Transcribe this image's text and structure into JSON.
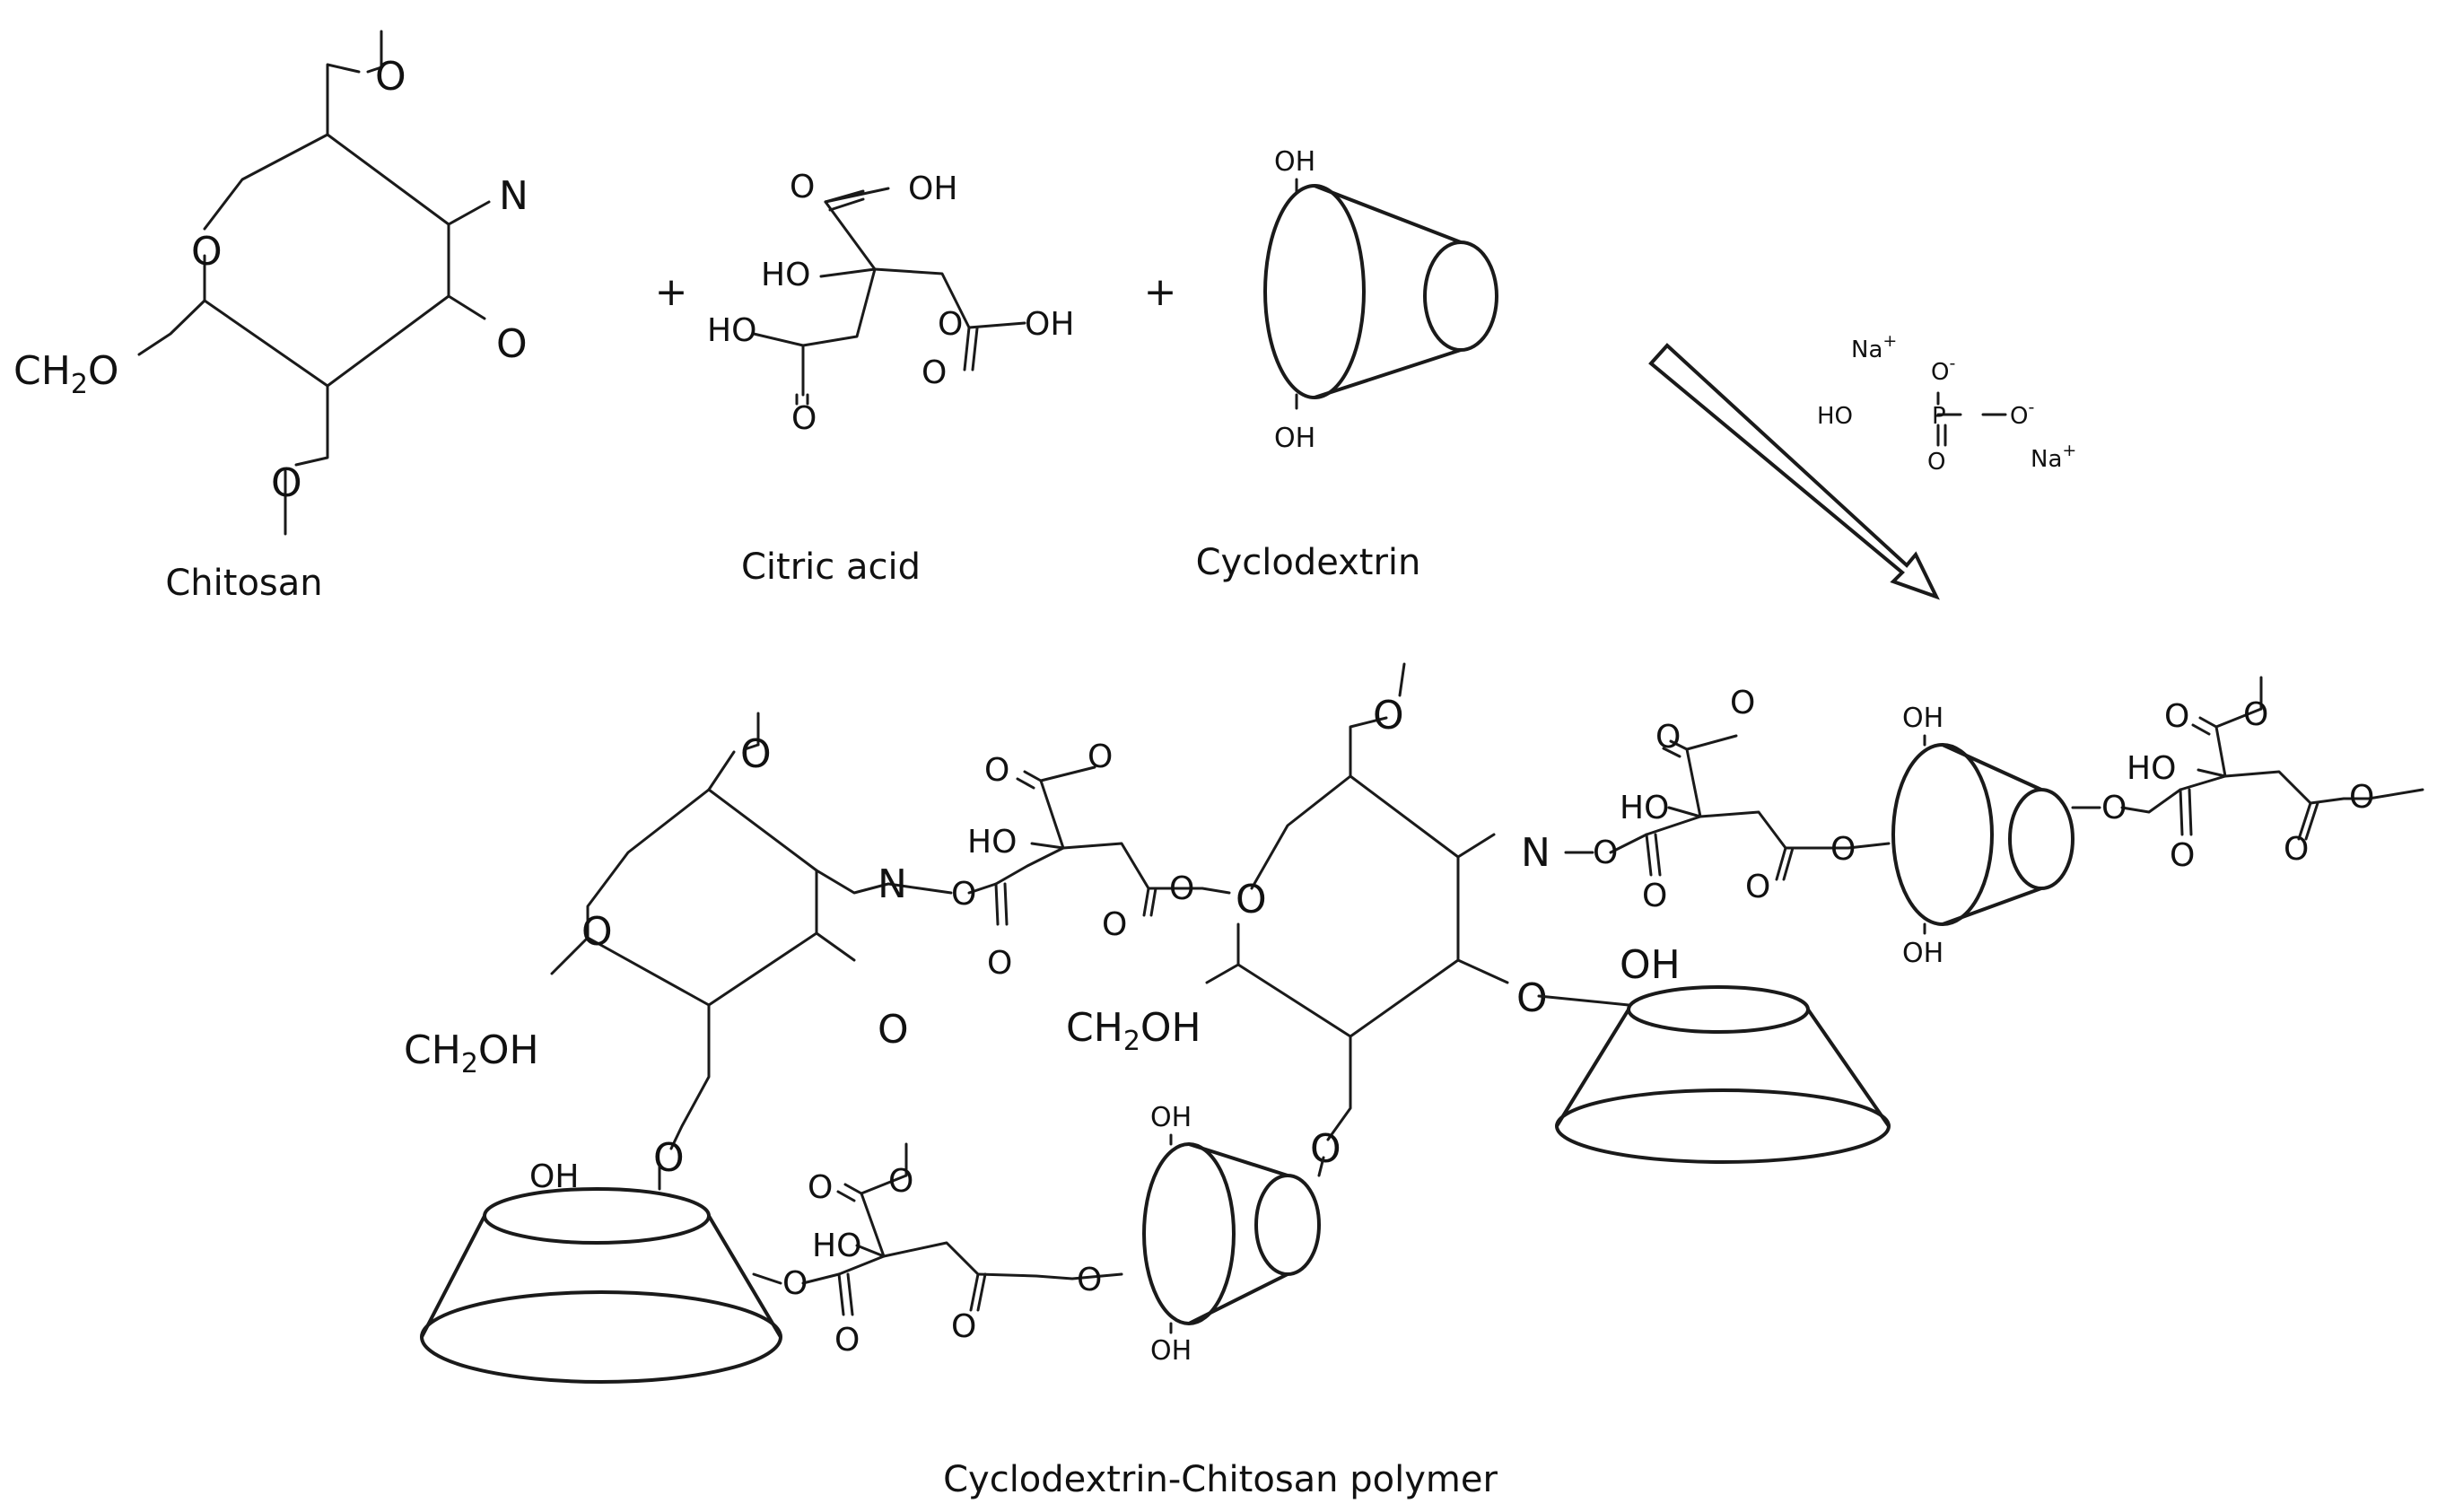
{
  "reactants": {
    "chitosan": {
      "name": "Chitosan",
      "atoms": {
        "ring_o": "O",
        "top_o": "O",
        "bottom_o": "O",
        "n": "N",
        "side_o": "O",
        "ch2o": "CH",
        "ch2o_sub": "2",
        "ch2o_end": "O"
      }
    },
    "plus_1": "+",
    "citric_acid": {
      "name": "Citric acid",
      "atoms": {
        "o": "O",
        "oh": "OH",
        "ho": "HO"
      }
    },
    "plus_2": "+",
    "cyclodextrin": {
      "name": "Cyclodextrin",
      "atoms": {
        "oh": "OH"
      }
    }
  },
  "catalyst": {
    "na": "Na",
    "plus": "+",
    "o": "O",
    "minus": "-",
    "ho": "HO",
    "p": "P"
  },
  "product": {
    "name": "Cyclodextrin-Chitosan polymer",
    "atoms": {
      "o": "O",
      "n": "N",
      "oh": "OH",
      "ho": "HO",
      "ch2oh": "CH",
      "ch2oh_sub": "2",
      "ch2oh_end": "OH"
    }
  }
}
